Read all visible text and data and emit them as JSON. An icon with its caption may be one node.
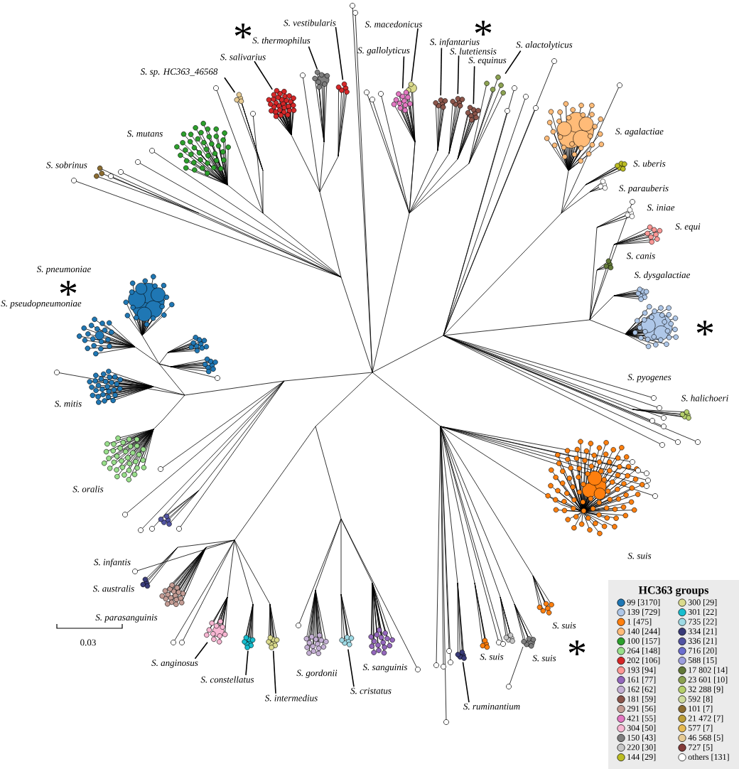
{
  "diagram": {
    "nodes": [
      {
        "text": [
          "S. vestibularis"
        ]
      },
      {
        "text": [
          "S. macedonicus"
        ]
      },
      {
        "text": [
          "S. thermophilus"
        ]
      },
      {
        "text": [
          "S. infantarius"
        ]
      },
      {
        "text": [
          "S. alactolyticus"
        ]
      },
      {
        "text": [
          "S. gallolyticus"
        ]
      },
      {
        "text": [
          "S. lutetiensis"
        ]
      },
      {
        "text": [
          "S. salivarius"
        ]
      },
      {
        "text": [
          "S. equinus"
        ]
      },
      {
        "text": [
          "S. sp. HC363_46568"
        ]
      },
      {
        "text": [
          "S. anginosus"
        ]
      },
      {
        "text": [
          "S. constellatus"
        ]
      },
      {
        "text": [
          "S. intermedius"
        ]
      },
      {
        "text": [
          "S. cristatus"
        ]
      },
      {
        "text": [
          "S. ruminantium"
        ]
      },
      {
        "text": [],
        "shape": "circle"
      },
      {
        "text": [],
        "shape": "circle"
      },
      {
        "text": [],
        "shape": "circle"
      },
      {
        "text": [],
        "shape": "circle"
      },
      {
        "text": [],
        "shape": "circle"
      },
      {
        "text": [],
        "shape": "circle"
      },
      {
        "text": [],
        "shape": "circle"
      },
      {
        "text": [],
        "shape": "circle"
      },
      {
        "text": [],
        "shape": "circle"
      },
      {
        "text": [],
        "shape": "circle"
      },
      {
        "text": [],
        "shape": "circle"
      },
      {
        "text": [],
        "shape": "circle"
      },
      {
        "text": [],
        "shape": "circle"
      },
      {
        "text": [],
        "shape": "circle"
      },
      {
        "text": [],
        "shape": "circle"
      }
    ],
    "edges": [
      {
        "from": 0,
        "to": 15,
        "arrow": "none"
      },
      {
        "from": 1,
        "to": 16,
        "arrow": "none"
      },
      {
        "from": 2,
        "to": 17,
        "arrow": "none"
      },
      {
        "from": 3,
        "to": 18,
        "arrow": "none"
      },
      {
        "from": 4,
        "to": 19,
        "arrow": "none"
      },
      {
        "from": 5,
        "to": 20,
        "arrow": "none"
      },
      {
        "from": 6,
        "to": 21,
        "arrow": "none"
      },
      {
        "from": 7,
        "to": 22,
        "arrow": "none"
      },
      {
        "from": 8,
        "to": 23,
        "arrow": "none"
      },
      {
        "from": 9,
        "to": 24,
        "arrow": "none"
      },
      {
        "from": 10,
        "to": 25,
        "arrow": "none"
      },
      {
        "from": 11,
        "to": 26,
        "arrow": "none"
      },
      {
        "from": 12,
        "to": 27,
        "arrow": "none"
      },
      {
        "from": 13,
        "to": 28,
        "arrow": "none"
      },
      {
        "from": 14,
        "to": 29,
        "arrow": "none"
      }
    ],
    "labels": [
      "*",
      "*",
      "S. mutans",
      "S. agalactiae",
      "S. sobrinus",
      "S. uberis",
      "S. parauberis",
      "S. iniae",
      "S. equi",
      "S. canis",
      "S. pneumoniae",
      "S. dysgalactiae",
      "*",
      "S. pseudopneumoniae",
      "*",
      "S. pyogenes",
      "S. halichoeri",
      "S. mitis",
      "S. oralis",
      "S. suis",
      "S. infantis",
      "S. australis",
      "HC363 groups",
      "S. parasanguinis",
      "S. suis",
      "0.03",
      "*",
      "S. suis",
      "S. suis",
      "S. sanguinis",
      "S. gordonii"
    ],
    "legend": [
      {
        "text": "99 [3170]",
        "color": "#1f77b4"
      },
      {
        "text": "139 [729]",
        "color": "#aec7e8"
      },
      {
        "text": "1 [475]",
        "color": "#ff7f0e"
      },
      {
        "text": "140 [244]",
        "color": "#ffbb78"
      },
      {
        "text": "100 [157]",
        "color": "#2ca02c"
      },
      {
        "text": "264 [148]",
        "color": "#98df8a"
      },
      {
        "text": "202 [106]",
        "color": "#d62728"
      },
      {
        "text": "193 [94]",
        "color": "#ff9896"
      },
      {
        "text": "161 [77]",
        "color": "#9467bd"
      },
      {
        "text": "162 [62]",
        "color": "#c5b0d5"
      },
      {
        "text": "181 [59]",
        "color": "#8c564b"
      },
      {
        "text": "291 [56]",
        "color": "#c49c94"
      },
      {
        "text": "421 [55]",
        "color": "#e377c2"
      },
      {
        "text": "304 [50]",
        "color": "#f7b6d2"
      },
      {
        "text": "150 [43]",
        "color": "#7f7f7f"
      },
      {
        "text": "220 [30]",
        "color": "#c7c7c7"
      },
      {
        "text": "144 [29]",
        "color": "#bcbd22"
      },
      {
        "text": "300 [29]",
        "color": "#dbdb8d"
      },
      {
        "text": "301 [22]",
        "color": "#17becf"
      },
      {
        "text": "735 [22]",
        "color": "#9edae5"
      },
      {
        "text": "334 [21]",
        "color": "#393b79"
      },
      {
        "text": "336 [21]",
        "color": "#5254a3"
      },
      {
        "text": "716 [20]",
        "color": "#6b6ecf"
      },
      {
        "text": "588 [15]",
        "color": "#9c9ede"
      },
      {
        "text": "17 802 [14]",
        "color": "#637939"
      },
      {
        "text": "23 601 [10]",
        "color": "#8ca252"
      },
      {
        "text": "32 288 [9]",
        "color": "#b5cf6b"
      },
      {
        "text": "592 [8]",
        "color": "#cedb9c"
      },
      {
        "text": "101 [7]",
        "color": "#8c6d31"
      },
      {
        "text": "21 472 [7]",
        "color": "#bd9e39"
      },
      {
        "text": "577 [7]",
        "color": "#e7ba52"
      },
      {
        "text": "46 568 [5]",
        "color": "#e7cb94"
      },
      {
        "text": "727 [5]",
        "color": "#843c39"
      },
      {
        "text": "others [131]",
        "color": "#ffffff"
      }
    ]
  }
}
